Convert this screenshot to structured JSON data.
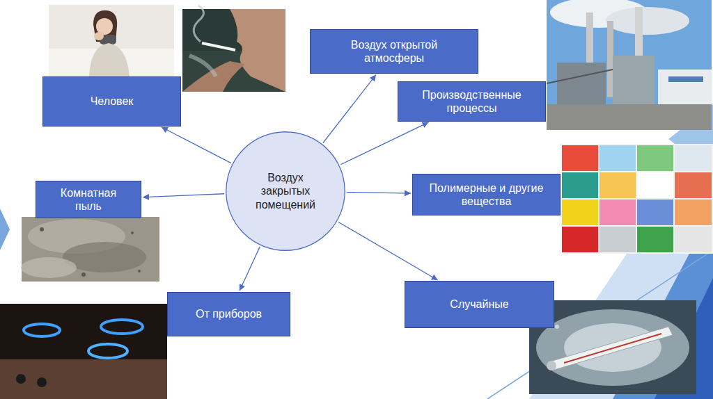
{
  "diagram": {
    "nodes": [
      {
        "text": [
          "Воздух открытой атмосферы"
        ]
      },
      {
        "text": [
          "Человек"
        ]
      },
      {
        "text": [
          "Производственные процессы"
        ]
      },
      {
        "text": [
          "Воздух закрытых помещений"
        ]
      },
      {
        "text": [
          "Комнатная пыль"
        ]
      },
      {
        "text": [
          "Полимерные и другие вещества"
        ]
      },
      {
        "text": [
          "От приборов"
        ]
      },
      {
        "text": [
          "Случайные"
        ]
      }
    ],
    "edges": [
      {
        "from": 3,
        "to": 0,
        "arrow": "to"
      },
      {
        "from": 3,
        "to": 1,
        "arrow": "to"
      },
      {
        "from": 3,
        "to": 2,
        "arrow": "to"
      },
      {
        "from": 3,
        "to": 4,
        "arrow": "to"
      },
      {
        "from": 3,
        "to": 5,
        "arrow": "to"
      },
      {
        "from": 3,
        "to": 6,
        "arrow": "to"
      },
      {
        "from": 3,
        "to": 7,
        "arrow": "to"
      }
    ]
  }
}
